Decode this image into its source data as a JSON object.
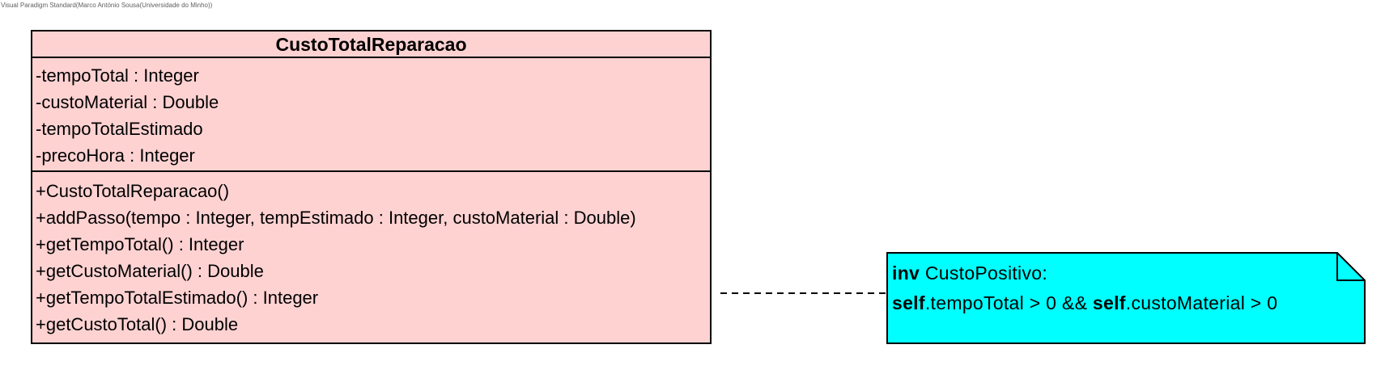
{
  "watermark": "Visual Paradigm Standard(Marco António Sousa(Universidade do Minho))",
  "class_box": {
    "name": "CustoTotalReparacao",
    "fill_color": "#ffd2d2",
    "attributes": [
      "-tempoTotal : Integer",
      "-custoMaterial : Double",
      "-tempoTotalEstimado",
      "-precoHora : Integer"
    ],
    "operations": [
      "+CustoTotalReparacao()",
      "+addPasso(tempo : Integer, tempEstimado : Integer, custoMaterial : Double)",
      "+getTempoTotal() : Integer",
      "+getCustoMaterial() : Double",
      "+getTempoTotalEstimado() : Integer",
      "+getCustoTotal() : Double"
    ]
  },
  "note": {
    "fill_color": "#00ffff",
    "line1_keyword": "inv",
    "line1_text": " CustoPositivo:",
    "line2_kw1": "self",
    "line2_text1": ".tempoTotal > 0 && ",
    "line2_kw2": "self",
    "line2_text2": ".custoMaterial > 0"
  },
  "connector": {
    "style": "dashed"
  }
}
